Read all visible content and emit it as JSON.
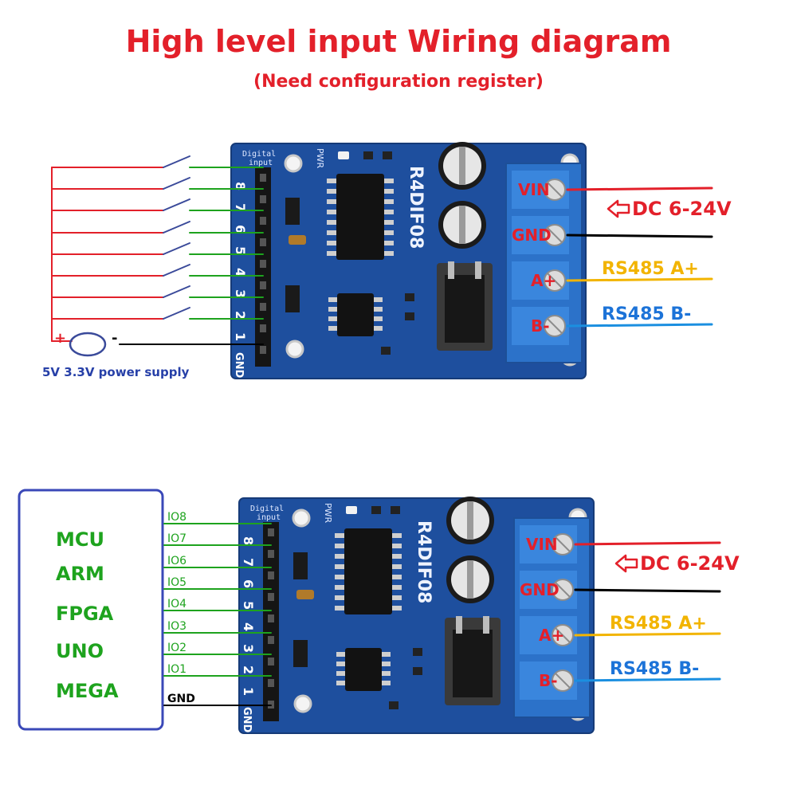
{
  "header": {
    "title": "High level input Wiring diagram",
    "subtitle": "(Need configuration register)"
  },
  "colors": {
    "red": "#e3202a",
    "green": "#1ea31e",
    "blue_text": "#1c73d8",
    "orange": "#f2b400",
    "board": "#1e4f9e",
    "terminal": "#2c72c9",
    "mcu_box": "#3a48b8"
  },
  "board": {
    "model": "R4DIF08",
    "digital_input_label": [
      "Digital",
      "input"
    ],
    "pwr_label": "PWR",
    "pin_numbers": [
      "8",
      "7",
      "6",
      "5",
      "4",
      "3",
      "2",
      "1"
    ],
    "gnd_label": "GND"
  },
  "terminals": {
    "vin": "VIN",
    "gnd": "GND",
    "a": "A+",
    "b": "B-"
  },
  "power_labels": {
    "dc": "DC 6-24V",
    "rs485_a": "RS485 A+",
    "rs485_b": "RS485 B-"
  },
  "top_diagram": {
    "plus": "+",
    "minus": "-",
    "supply_label": "5V 3.3V power supply"
  },
  "bottom_diagram": {
    "mcu_items": [
      "MCU",
      "ARM",
      "FPGA",
      "UNO",
      "MEGA"
    ],
    "io_labels": [
      "IO8",
      "IO7",
      "IO6",
      "IO5",
      "IO4",
      "IO3",
      "IO2",
      "IO1"
    ],
    "gnd_label": "GND"
  }
}
